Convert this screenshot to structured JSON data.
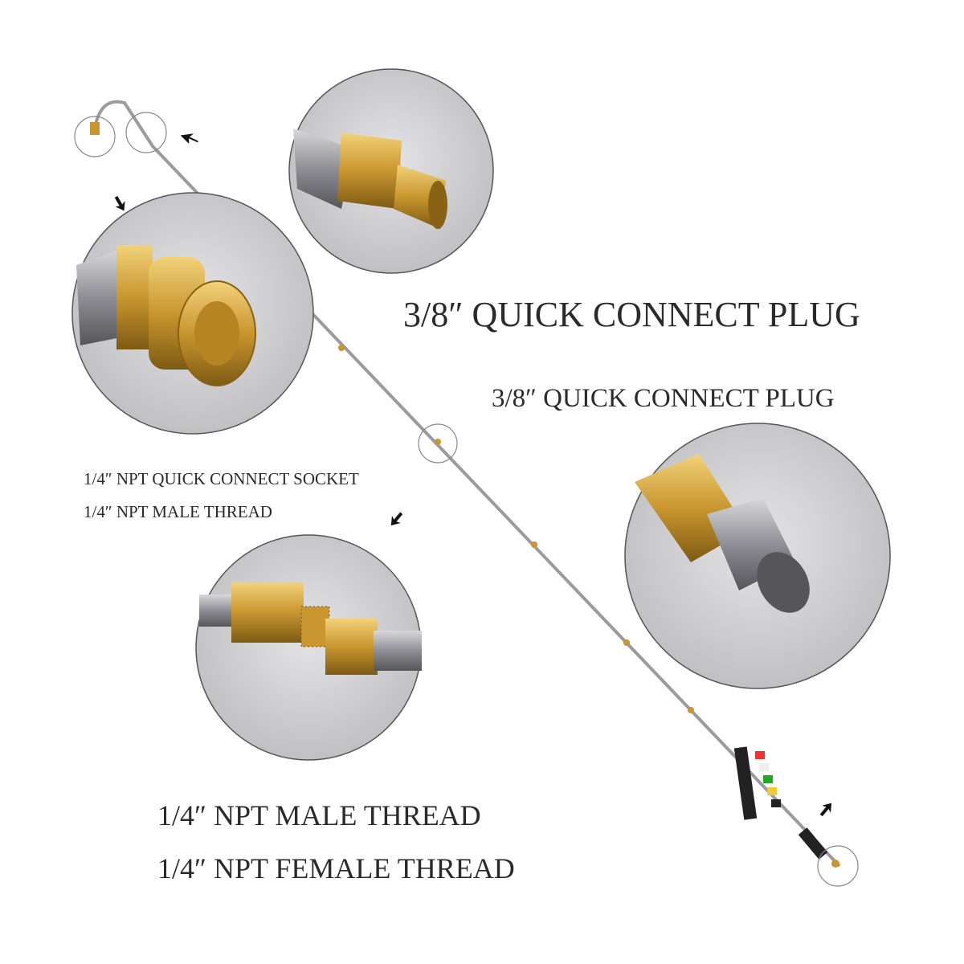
{
  "labels": {
    "plug_large": "3/8″ QUICK CONNECT PLUG",
    "plug_small": "3/8″ QUICK CONNECT PLUG",
    "socket": "1/4″ NPT QUICK CONNECT SOCKET",
    "socket_thread": "1/4″ NPT MALE THREAD",
    "male_thread": "1/4″ NPT MALE THREAD",
    "female_thread": "1/4″ NPT FEMALE THREAD"
  },
  "colors": {
    "brass": "#c9962f",
    "steel": "#a8a8ac",
    "circle_bg": "#d6d6d8"
  }
}
